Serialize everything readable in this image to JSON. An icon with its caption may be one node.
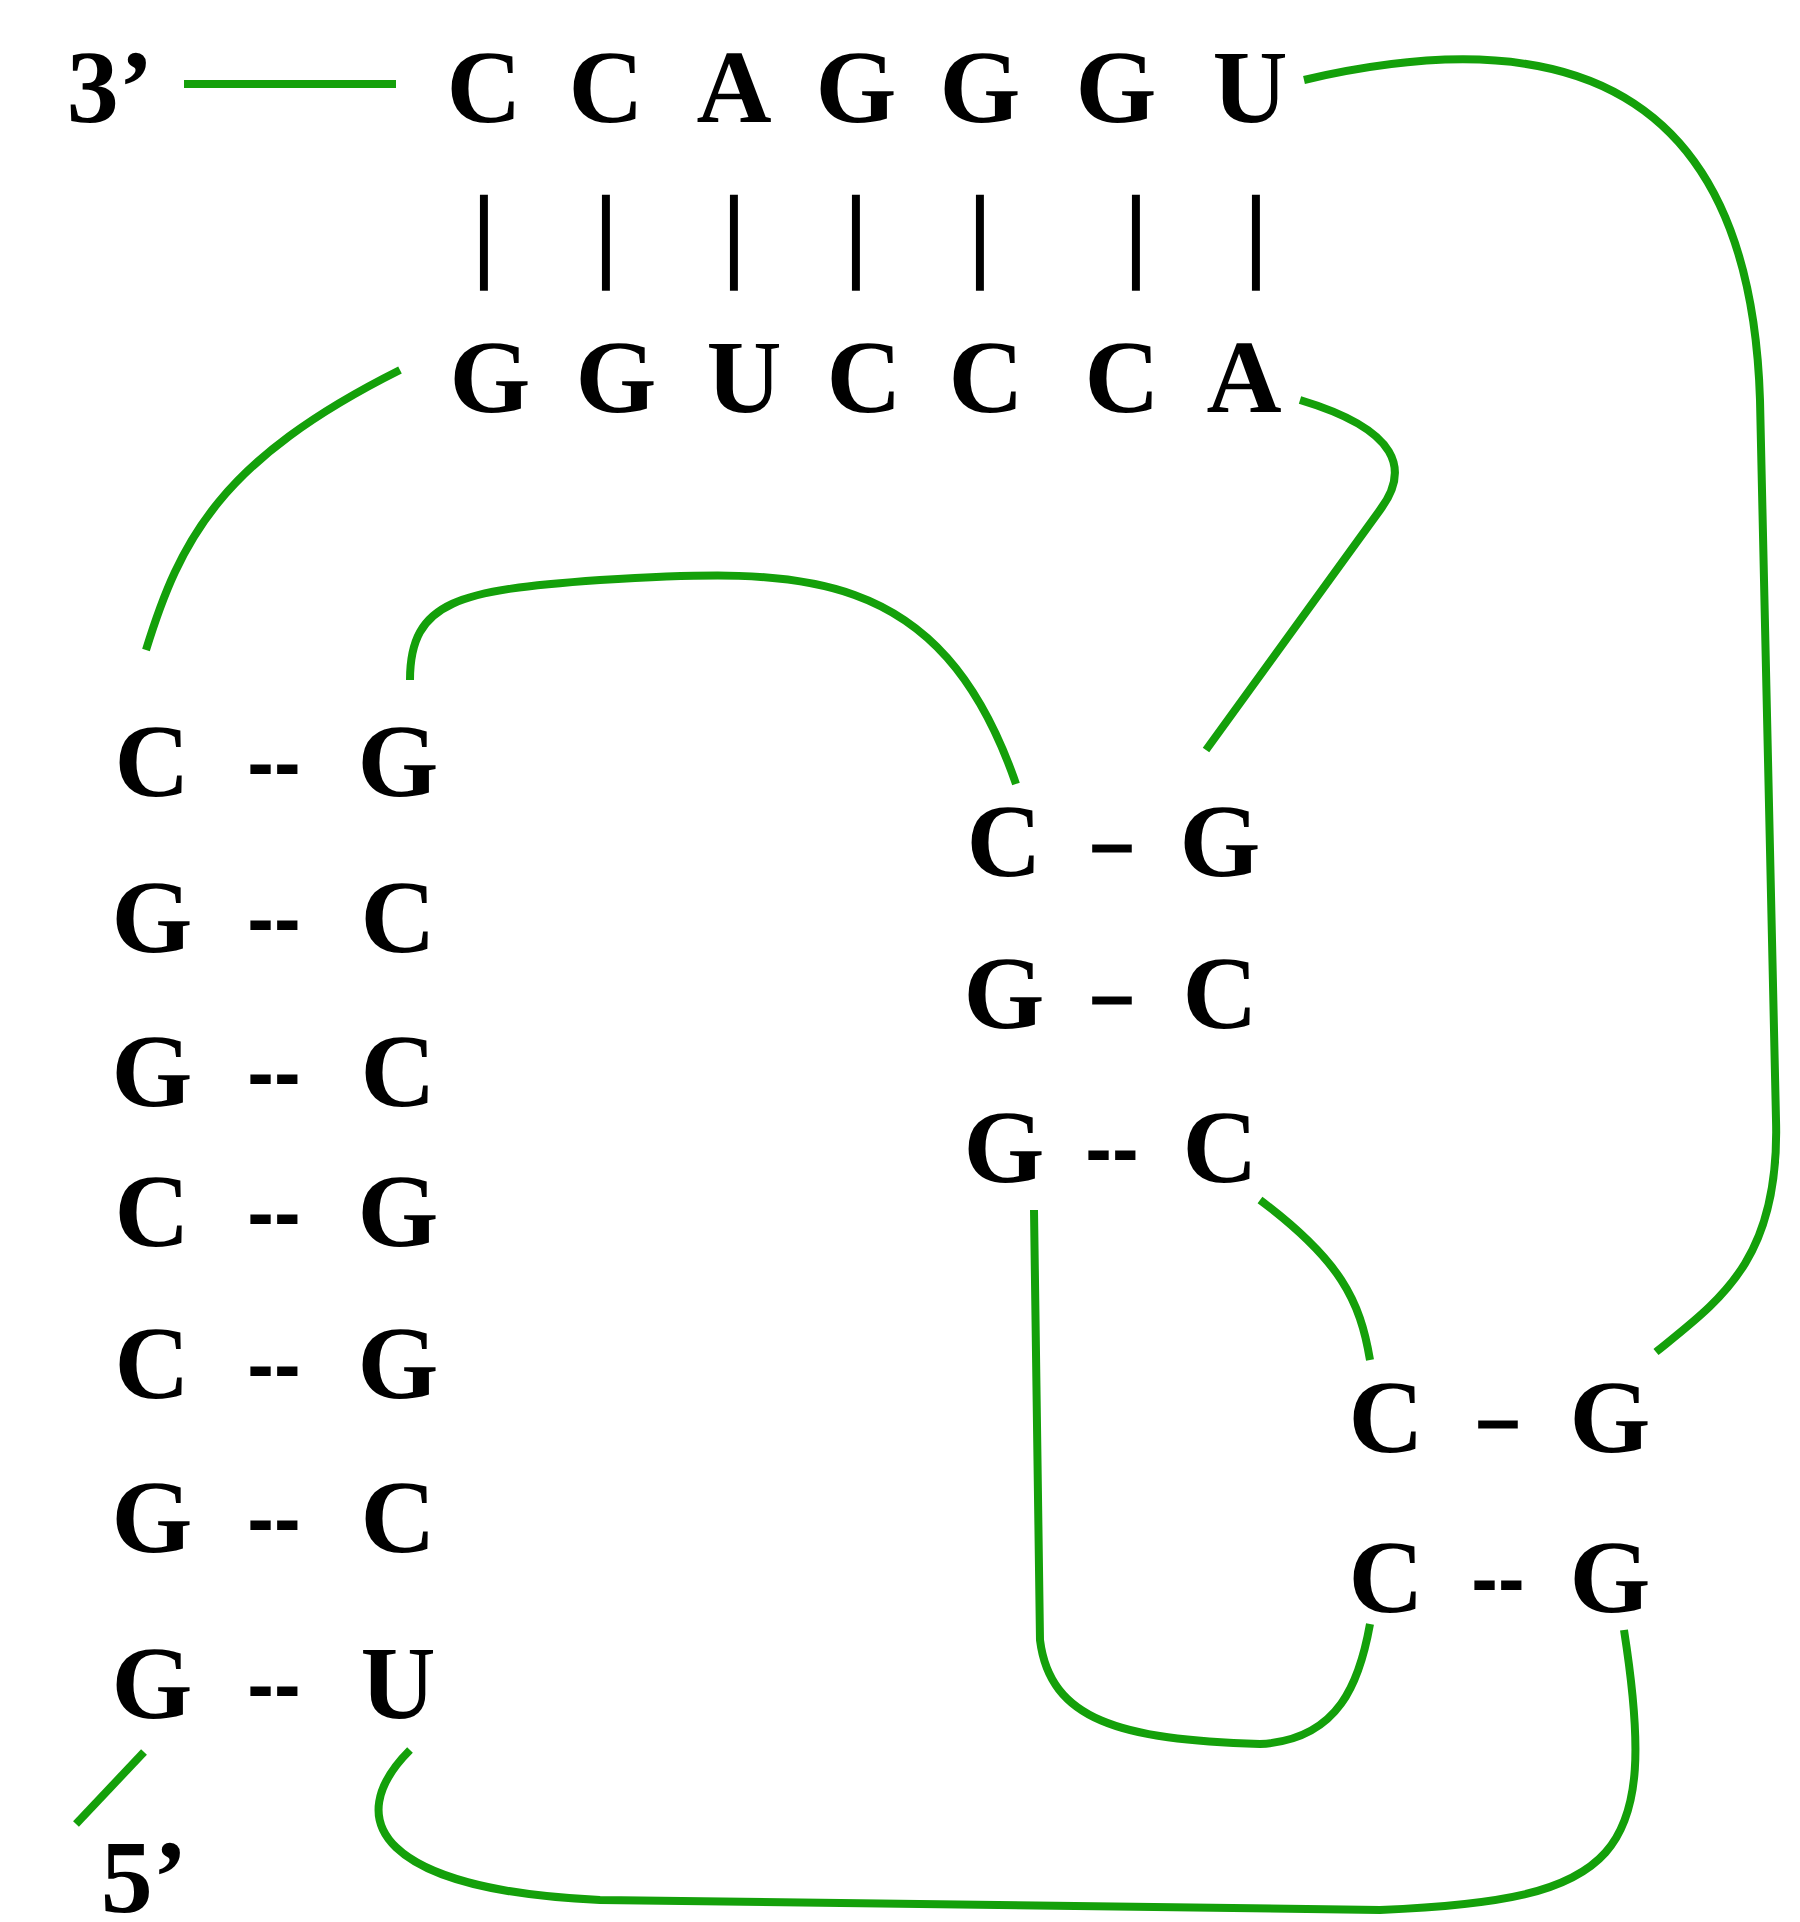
{
  "diagram": {
    "nodes": [
      {
        "text": [
          "3’"
        ]
      },
      {
        "text": [
          "C"
        ]
      },
      {
        "text": [
          "C"
        ]
      },
      {
        "text": [
          "A"
        ]
      },
      {
        "text": [
          "G"
        ]
      },
      {
        "text": [
          "G"
        ]
      },
      {
        "text": [
          "G"
        ]
      },
      {
        "text": [
          "U"
        ]
      },
      {
        "text": [
          "G"
        ]
      },
      {
        "text": [
          "G"
        ]
      },
      {
        "text": [
          "U"
        ]
      },
      {
        "text": [
          "C"
        ]
      },
      {
        "text": [
          "C"
        ]
      },
      {
        "text": [
          "C"
        ]
      },
      {
        "text": [
          "A"
        ]
      },
      {
        "text": [
          "C"
        ]
      },
      {
        "text": [
          "G"
        ]
      },
      {
        "text": [
          "G"
        ]
      },
      {
        "text": [
          "C"
        ]
      },
      {
        "text": [
          "G"
        ]
      },
      {
        "text": [
          "C"
        ]
      },
      {
        "text": [
          "C"
        ]
      },
      {
        "text": [
          "G"
        ]
      },
      {
        "text": [
          "C"
        ]
      },
      {
        "text": [
          "G"
        ]
      },
      {
        "text": [
          "G"
        ]
      },
      {
        "text": [
          "C"
        ]
      },
      {
        "text": [
          "G"
        ]
      },
      {
        "text": [
          "U"
        ]
      },
      {
        "text": [
          "C"
        ]
      },
      {
        "text": [
          "G"
        ]
      },
      {
        "text": [
          "G"
        ]
      },
      {
        "text": [
          "C"
        ]
      },
      {
        "text": [
          "G"
        ]
      },
      {
        "text": [
          "C"
        ]
      },
      {
        "text": [
          "C"
        ]
      },
      {
        "text": [
          "G"
        ]
      },
      {
        "text": [
          "C"
        ]
      },
      {
        "text": [
          "G"
        ]
      },
      {
        "text": [
          "5’"
        ]
      }
    ],
    "edges": [
      {
        "from": 0,
        "to": 1,
        "arrow": "none"
      },
      {
        "from": 7,
        "to": 36,
        "arrow": "none"
      },
      {
        "from": 8,
        "to": 15,
        "arrow": "none"
      },
      {
        "from": 14,
        "to": 30,
        "arrow": "none"
      },
      {
        "from": 16,
        "to": 29,
        "arrow": "none"
      },
      {
        "from": 34,
        "to": 35,
        "arrow": "none"
      },
      {
        "from": 33,
        "to": 37,
        "arrow": "none"
      },
      {
        "from": 28,
        "to": 38,
        "arrow": "none"
      },
      {
        "from": 27,
        "to": 39,
        "arrow": "none"
      }
    ],
    "labels": [
      "|",
      "|",
      "|",
      "|",
      "|",
      "|",
      "|",
      "--",
      "--",
      "--",
      "--",
      "--",
      "--",
      "--",
      "–",
      "–",
      "--",
      "–",
      "--"
    ]
  }
}
